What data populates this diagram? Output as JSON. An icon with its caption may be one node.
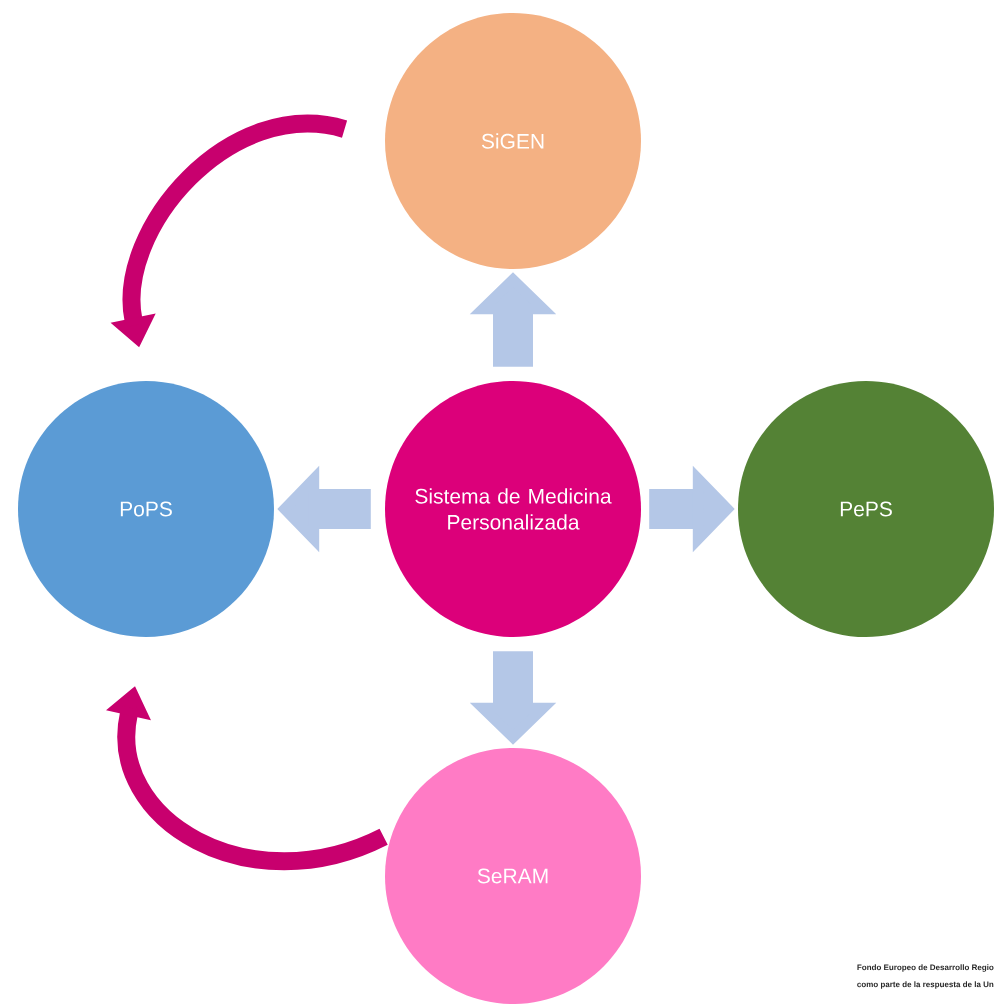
{
  "diagram": {
    "nodes": [
      {
        "text": [
          "SiGEN"
        ]
      },
      {
        "text": [
          "PoPS"
        ]
      },
      {
        "text": [
          "Sistema de Medicina Personalizada"
        ]
      },
      {
        "text": [
          "PePS"
        ]
      },
      {
        "text": [
          "SeRAM"
        ]
      }
    ],
    "edges": [
      {
        "from": 2,
        "to": 0,
        "arrow": "to"
      },
      {
        "from": 2,
        "to": 1,
        "arrow": "to"
      },
      {
        "from": 2,
        "to": 3,
        "arrow": "to"
      },
      {
        "from": 2,
        "to": 4,
        "arrow": "to"
      },
      {
        "from": 0,
        "to": 1,
        "arrow": "to",
        "color": "#c8006e"
      },
      {
        "from": 4,
        "to": 1,
        "arrow": "to",
        "color": "#c8006e"
      }
    ],
    "labels": [
      "Fondo Europeo de Desarrollo Regio",
      "como parte de la respuesta de la Un"
    ]
  }
}
